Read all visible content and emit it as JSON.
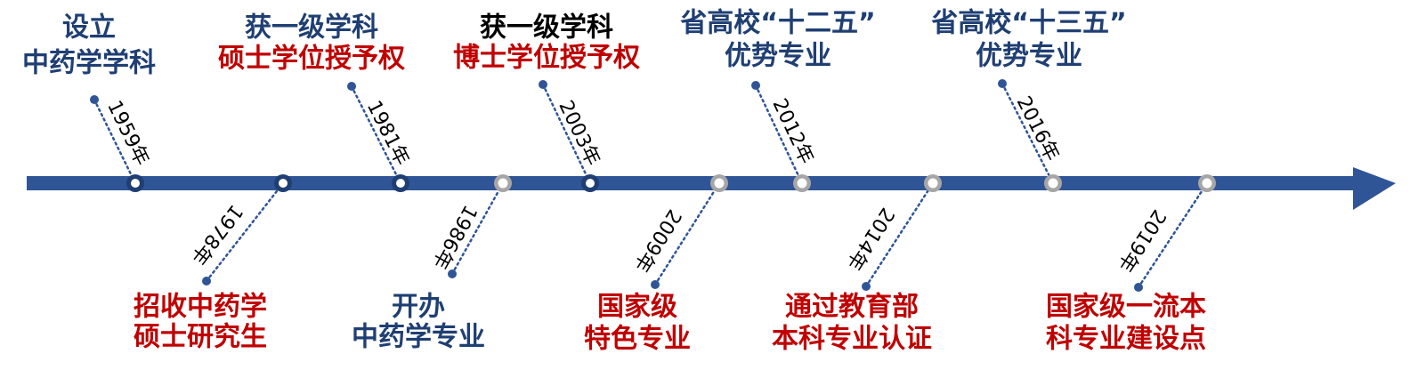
{
  "colors": {
    "navy": "#1f3f73",
    "red": "#c00000",
    "axis": "#2f5597",
    "marker_gray": "#a6a6a6",
    "text_dark": "#000000"
  },
  "events": [
    {
      "year": "1959年",
      "title_lines": [
        "设立",
        "中药学学科"
      ],
      "title_colors": [
        "navy",
        "navy"
      ],
      "side": "top",
      "marker": "navy"
    },
    {
      "year": "1978年",
      "title_lines": [
        "招收中药学",
        "硕士研究生"
      ],
      "title_colors": [
        "red",
        "red"
      ],
      "side": "bottom",
      "marker": "navy"
    },
    {
      "year": "1981年",
      "title_lines": [
        "获一级学科",
        "硕士学位授予权"
      ],
      "title_colors": [
        "navy",
        "red"
      ],
      "side": "top",
      "marker": "navy"
    },
    {
      "year": "1986年",
      "title_lines": [
        "开办",
        "中药学专业"
      ],
      "title_colors": [
        "navy",
        "navy"
      ],
      "side": "bottom",
      "marker": "gray"
    },
    {
      "year": "2003年",
      "title_lines": [
        "获一级学科",
        "博士学位授予权"
      ],
      "title_colors": [
        "text_dark",
        "red"
      ],
      "side": "top",
      "marker": "navy"
    },
    {
      "year": "2009年",
      "title_lines": [
        "国家级",
        "特色专业"
      ],
      "title_colors": [
        "red",
        "red"
      ],
      "side": "bottom",
      "marker": "gray"
    },
    {
      "year": "2012年",
      "title_lines": [
        "省高校“十二五”",
        "优势专业"
      ],
      "title_colors": [
        "navy",
        "navy"
      ],
      "side": "top",
      "marker": "gray"
    },
    {
      "year": "2014年",
      "title_lines": [
        "通过教育部",
        "本科专业认证"
      ],
      "title_colors": [
        "red",
        "red"
      ],
      "side": "bottom",
      "marker": "gray"
    },
    {
      "year": "2016年",
      "title_lines": [
        "省高校“十三五”",
        "优势专业"
      ],
      "title_colors": [
        "navy",
        "navy"
      ],
      "side": "top",
      "marker": "gray"
    },
    {
      "year": "2019年",
      "title_lines": [
        "国家级一流本",
        "科专业建设点"
      ],
      "title_colors": [
        "red",
        "red"
      ],
      "side": "bottom",
      "marker": "gray"
    }
  ]
}
